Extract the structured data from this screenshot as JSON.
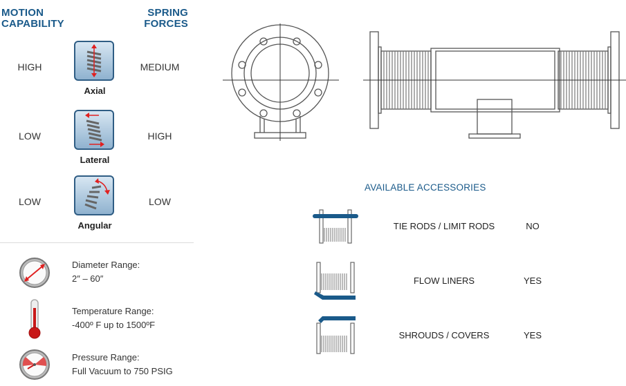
{
  "motion_header": [
    "MOTION",
    "CAPABILITY"
  ],
  "spring_header": [
    "SPRING",
    "FORCES"
  ],
  "motions": [
    {
      "capability": "HIGH",
      "label": "Axial",
      "force": "MEDIUM",
      "icon": "axial-spring-icon"
    },
    {
      "capability": "LOW",
      "label": "Lateral",
      "force": "HIGH",
      "icon": "lateral-spring-icon"
    },
    {
      "capability": "LOW",
      "label": "Angular",
      "force": "LOW",
      "icon": "angular-spring-icon"
    }
  ],
  "specs": [
    {
      "title": "Diameter Range:",
      "value": "2″ – 60″",
      "icon": "diameter-gauge-icon"
    },
    {
      "title": "Temperature Range:",
      "value": "-400º F up to 1500ºF",
      "icon": "thermometer-icon"
    },
    {
      "title": "Pressure Range:",
      "value": "Full Vacuum to 750 PSIG",
      "icon": "pressure-gauge-icon"
    }
  ],
  "accessories_title": "AVAILABLE ACCESSORIES",
  "accessories": [
    {
      "name": "TIE RODS / LIMIT RODS",
      "value": "NO",
      "icon": "tie-rods-icon"
    },
    {
      "name": "FLOW LINERS",
      "value": "YES",
      "icon": "flow-liner-icon"
    },
    {
      "name": "SHROUDS / COVERS",
      "value": "YES",
      "icon": "shroud-icon"
    }
  ],
  "colors": {
    "accent": "#1a5a8a",
    "arrow": "#e02020",
    "drawing": "#555555"
  }
}
